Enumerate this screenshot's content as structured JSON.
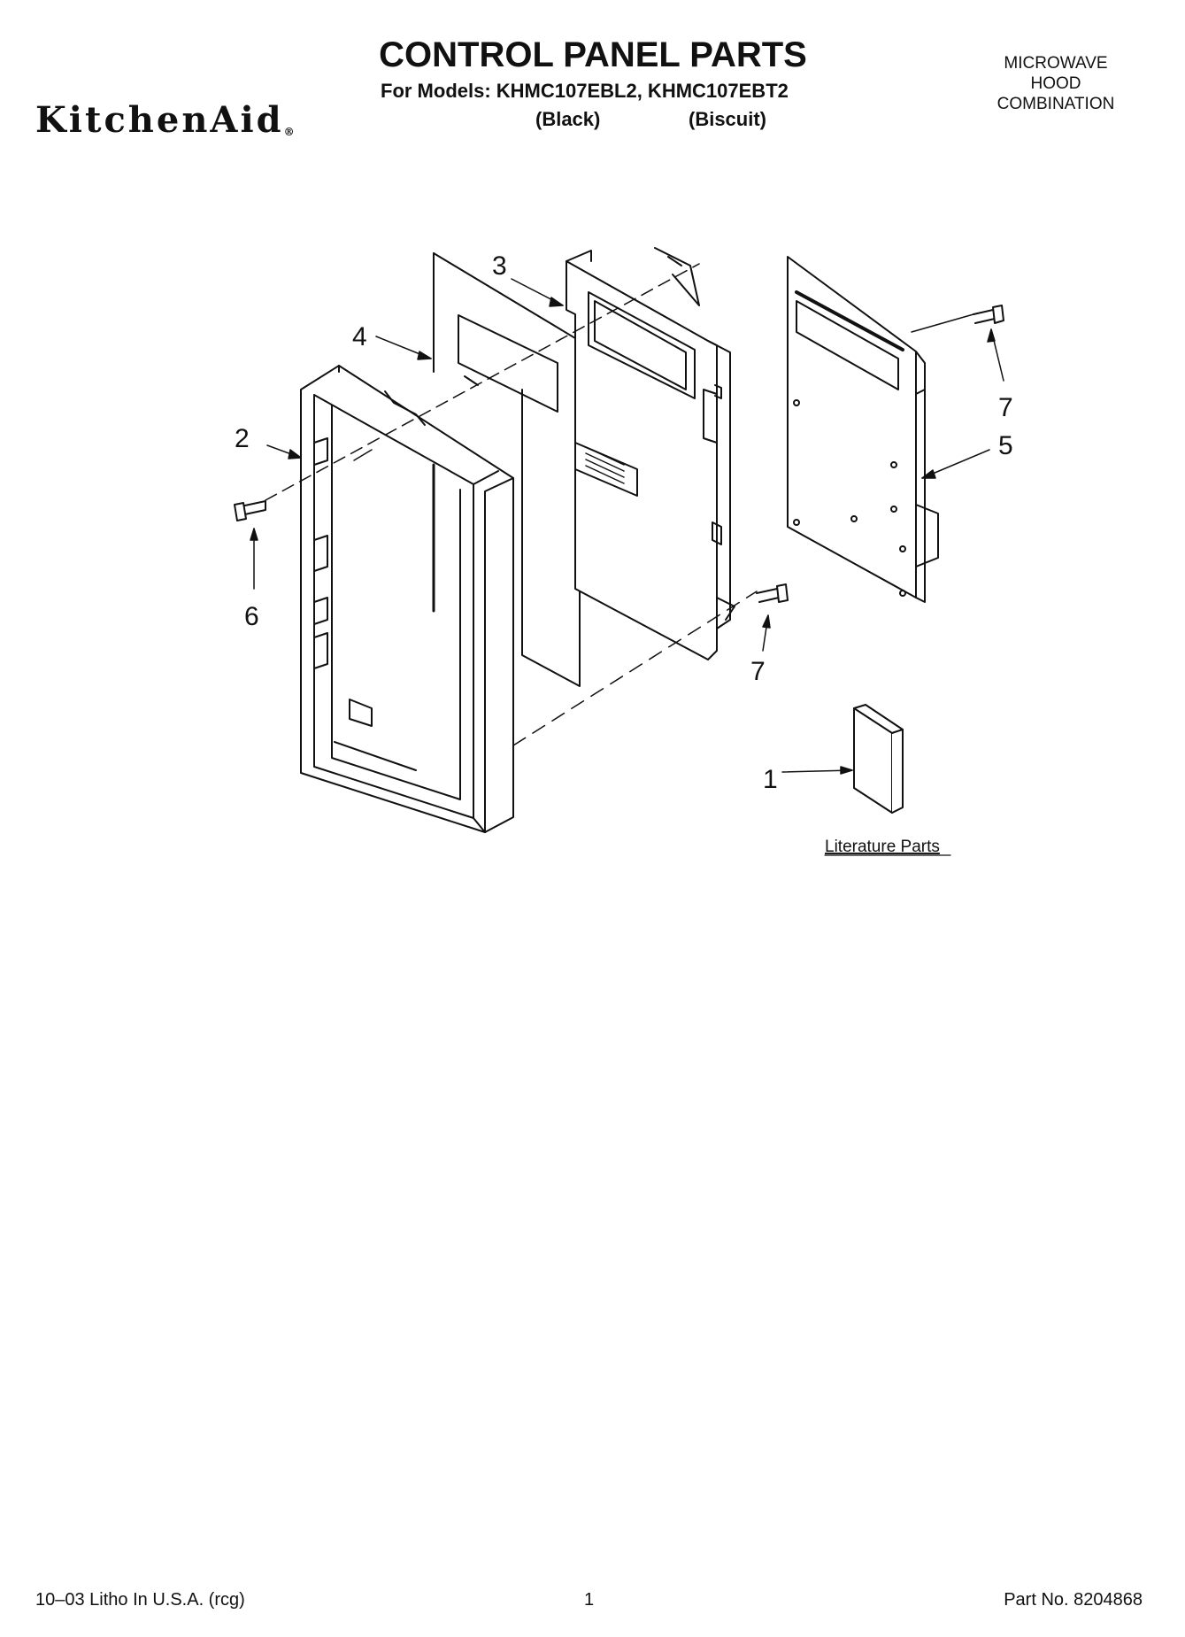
{
  "brand": {
    "logo_text": "KitchenAid",
    "trademark": "®"
  },
  "header": {
    "title": "CONTROL PANEL PARTS",
    "models": "For Models: KHMC107EBL2, KHMC107EBT2",
    "color_1": "(Black)",
    "color_2": "(Biscuit)",
    "product_type": [
      "MICROWAVE",
      "HOOD",
      "COMBINATION"
    ]
  },
  "diagram": {
    "callouts": {
      "p1": "1",
      "p2": "2",
      "p3": "3",
      "p4": "4",
      "p5": "5",
      "p6": "6",
      "p7a": "7",
      "p7b": "7"
    },
    "literature_label": "Literature Parts"
  },
  "footer": {
    "left": "10–03 Litho In U.S.A. (rcg)",
    "center": "1",
    "right": "Part No. 8204868"
  }
}
